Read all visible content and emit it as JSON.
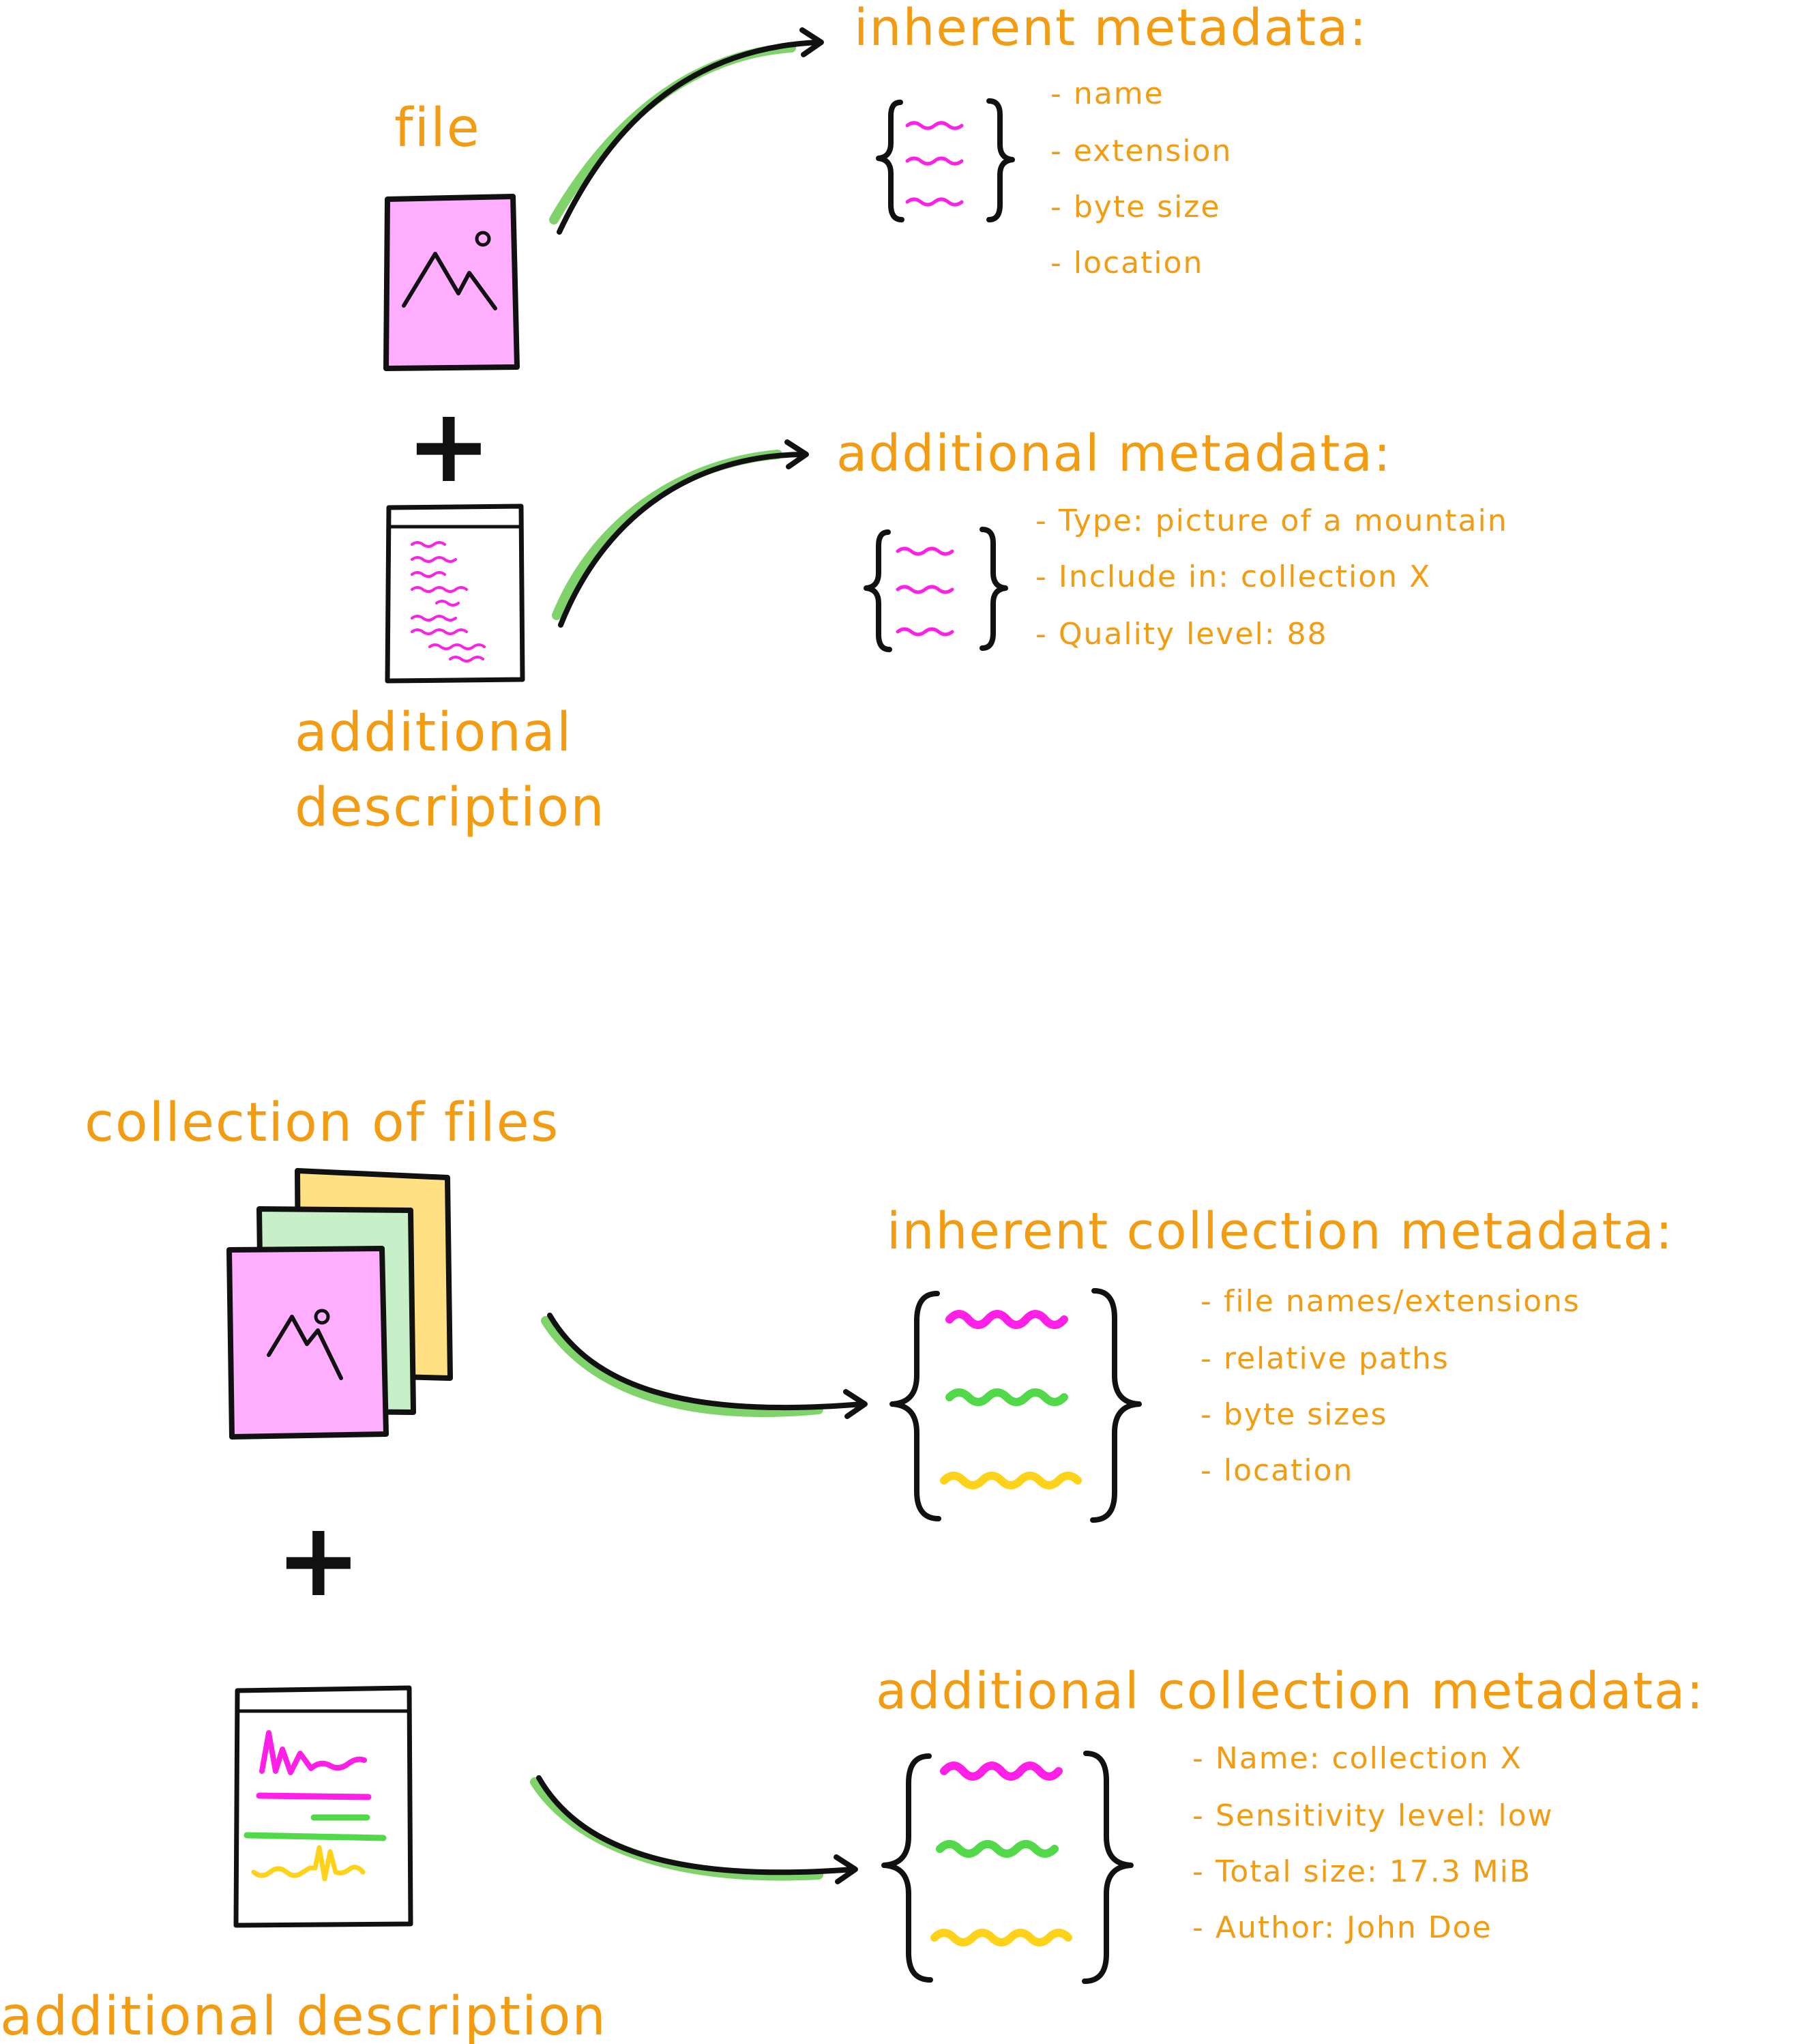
{
  "colors": {
    "text": "#f39c12",
    "ink": "#111111",
    "pink_fill": "#ffadff",
    "green_fill": "#c8f0c8",
    "yellow_fill": "#ffe082",
    "accent_pink": "#ff1fe6",
    "accent_green": "#52d94a",
    "accent_yellow": "#ffd21a",
    "arrow_glow": "#7fd36a"
  },
  "file_section": {
    "file_label": "file",
    "plus_sign": "+",
    "description_label": [
      "additional",
      "description"
    ],
    "inherent": {
      "title": "inherent metadata:",
      "items": [
        "- name",
        "- extension",
        "- byte size",
        "- location"
      ]
    },
    "additional": {
      "title": "additional metadata:",
      "items": [
        "- Type: picture of a mountain",
        "- Include in: collection X",
        "- Quality level: 88"
      ]
    }
  },
  "collection_section": {
    "collection_label": "collection of files",
    "plus_sign": "+",
    "description_label": "additional description",
    "inherent": {
      "title": "inherent collection metadata:",
      "items": [
        "- file names/extensions",
        "- relative paths",
        "- byte sizes",
        "- location"
      ]
    },
    "additional": {
      "title": "additional collection metadata:",
      "items": [
        "- Name: collection X",
        "- Sensitivity level: low",
        "- Total size: 17.3 MiB",
        "- Author: John Doe"
      ]
    }
  }
}
